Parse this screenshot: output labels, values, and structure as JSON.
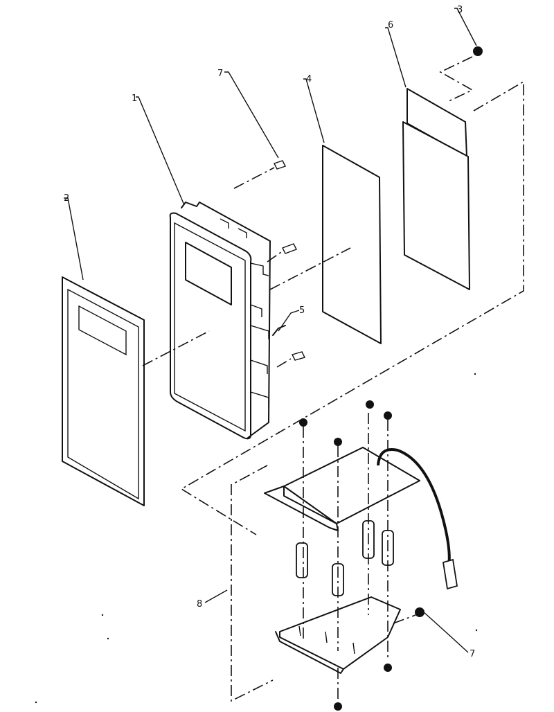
{
  "callouts": {
    "c1": "1",
    "c2": "2",
    "c3": "3",
    "c4": "4",
    "c5": "5",
    "c6": "6",
    "c7a": "7",
    "c7b": "7",
    "c8": "8"
  }
}
